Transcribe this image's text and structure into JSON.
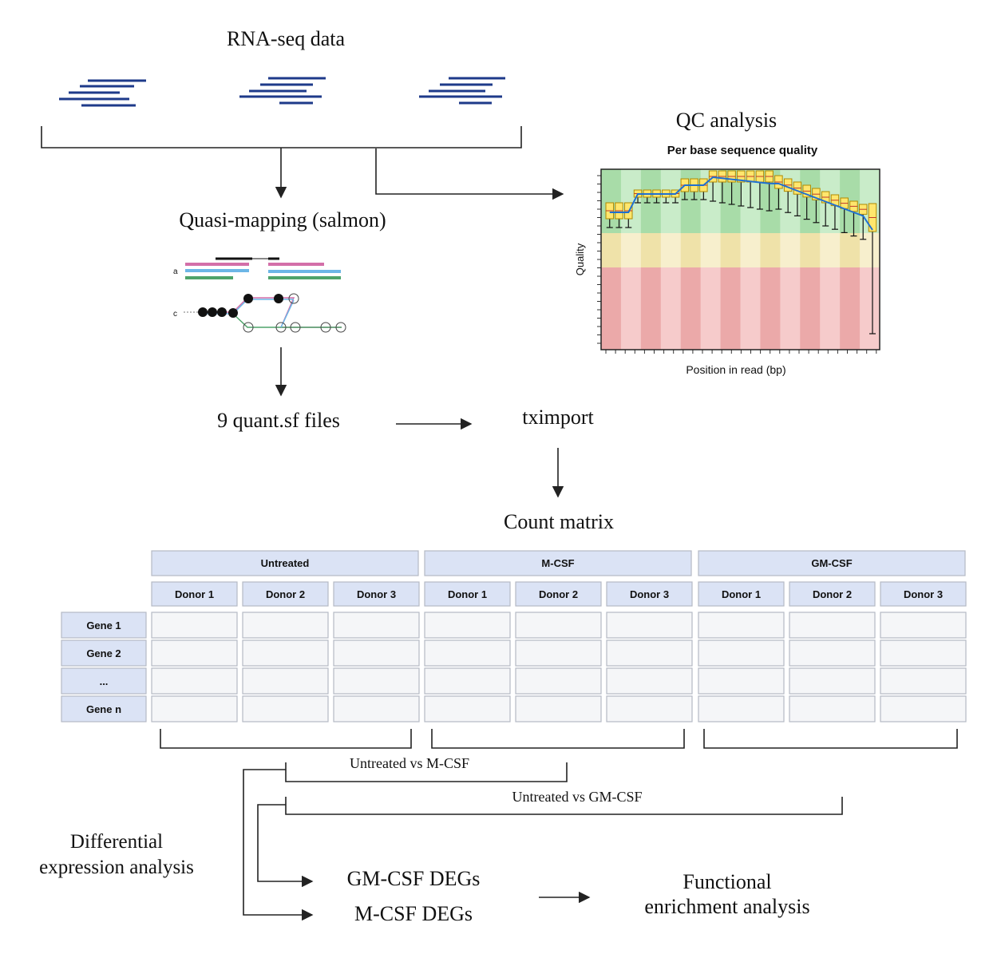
{
  "labels": {
    "rnaseq": "RNA-seq data",
    "qc": "QC analysis",
    "qc_chart_title": "Per base sequence quality",
    "qc_ylabel": "Quality",
    "qc_xlabel": "Position in read (bp)",
    "quasi": "Quasi-mapping (salmon)",
    "panel_a": "a",
    "panel_c": "c",
    "quant": "9 quant.sf files",
    "tximport": "tximport",
    "count_matrix": "Count matrix",
    "cmp1": "Untreated vs M-CSF",
    "cmp2": "Untreated vs GM-CSF",
    "diff1": "Differential",
    "diff2": "expression analysis",
    "gm_degs": "GM-CSF DEGs",
    "m_degs": "M-CSF DEGs",
    "func1": "Functional",
    "func2": "enrichment analysis"
  },
  "matrix": {
    "groups": [
      "Untreated",
      "M-CSF",
      "GM-CSF"
    ],
    "donors": [
      "Donor 1",
      "Donor 2",
      "Donor 3"
    ],
    "genes": [
      "Gene 1",
      "Gene 2",
      "...",
      "Gene n"
    ]
  },
  "colors": {
    "read_lines": "#1e3a8a",
    "header_fill": "#dbe3f5",
    "cell_fill": "#f5f6f8",
    "qc_green": "#bfe6bf",
    "qc_yellow": "#f5ecc0",
    "qc_red": "#f0b4b4",
    "qc_box": "#ffe66d",
    "qc_mean": "#1f6fd1"
  }
}
